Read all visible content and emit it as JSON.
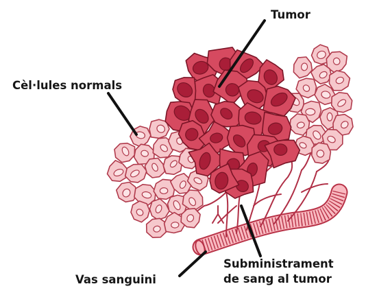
{
  "labels": {
    "tumor": "Tumor",
    "normal_cells": "Cèl·lules normals",
    "blood_vessel": "Vas sanguini",
    "supply_line1": "Subministrament",
    "supply_line2": "de sang al tumor"
  },
  "colors": {
    "normal_fill": "#f6c8cc",
    "normal_nucleus": "#fce4e6",
    "normal_stroke": "#b03a4c",
    "tumor_fill": "#d64a60",
    "tumor_nucleus": "#a91e38",
    "tumor_stroke": "#7a1426",
    "vessel_fill": "#f9b9c0",
    "vessel_stroke": "#b83247",
    "capillary": "#b02f46",
    "leader_line": "#111111",
    "text": "#161616"
  }
}
